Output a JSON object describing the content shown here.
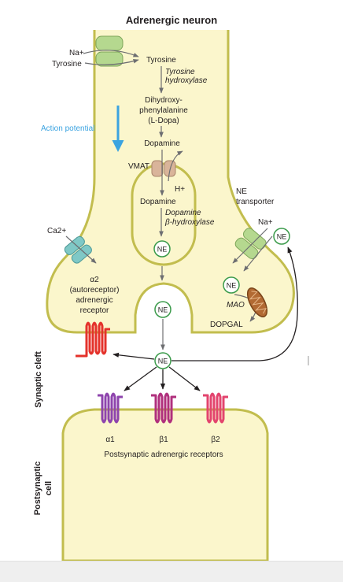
{
  "title": "Adrenergic neuron",
  "labels": {
    "na_in": "Na+",
    "tyrosine_ext": "Tyrosine",
    "tyrosine_int": "Tyrosine",
    "tyr_hydroxylase_1": "Tyrosine",
    "tyr_hydroxylase_2": "hydroxylase",
    "dihydroxy_1": "Dihydroxy-",
    "dihydroxy_2": "phenylalanine",
    "dihydroxy_3": "(L-Dopa)",
    "dopamine_1": "Dopamine",
    "vmat": "VMAT",
    "h_plus": "H+",
    "dopamine_2": "Dopamine",
    "dbh_1": "Dopamine",
    "dbh_2": "β-hydroxylase",
    "ne_vesicle": "NE",
    "ne_fusing": "NE",
    "ne_cleft": "NE",
    "ne_reuptake": "NE",
    "ne_external": "NE",
    "ne_transporter_1": "NE",
    "ne_transporter_2": "transporter",
    "na_transporter": "Na+",
    "mao": "MAO",
    "dopgal": "DOPGAL",
    "action_potential": "Action potential",
    "calcium": "Ca2+",
    "alpha2_1": "α2",
    "alpha2_2": "(autoreceptor)",
    "alpha2_3": "adrenergic",
    "alpha2_4": "receptor",
    "synaptic_cleft": "Synaptic cleft",
    "alpha1": "α1",
    "beta1": "β1",
    "beta2": "β2",
    "postsynaptic_receptors": "Postsynaptic adrenergic receptors",
    "postsynaptic_cell_1": "Postsynaptic",
    "postsynaptic_cell_2": "cell"
  },
  "colors": {
    "cytoplasm": "#fbf6cc",
    "membrane": "#c2bd4e",
    "channel_green": "#b5d88f",
    "channel_teal": "#7fc8c6",
    "vmat": "#d9b49a",
    "action_potential": "#3ba3e0",
    "ne_circle": "#3a9a4a",
    "alpha2_receptor": "#e4322b",
    "alpha1_receptor": "#8e44ad",
    "beta1_receptor": "#b0307d",
    "beta2_receptor": "#e3446e",
    "mitochondrion": "#9a5a2b"
  }
}
